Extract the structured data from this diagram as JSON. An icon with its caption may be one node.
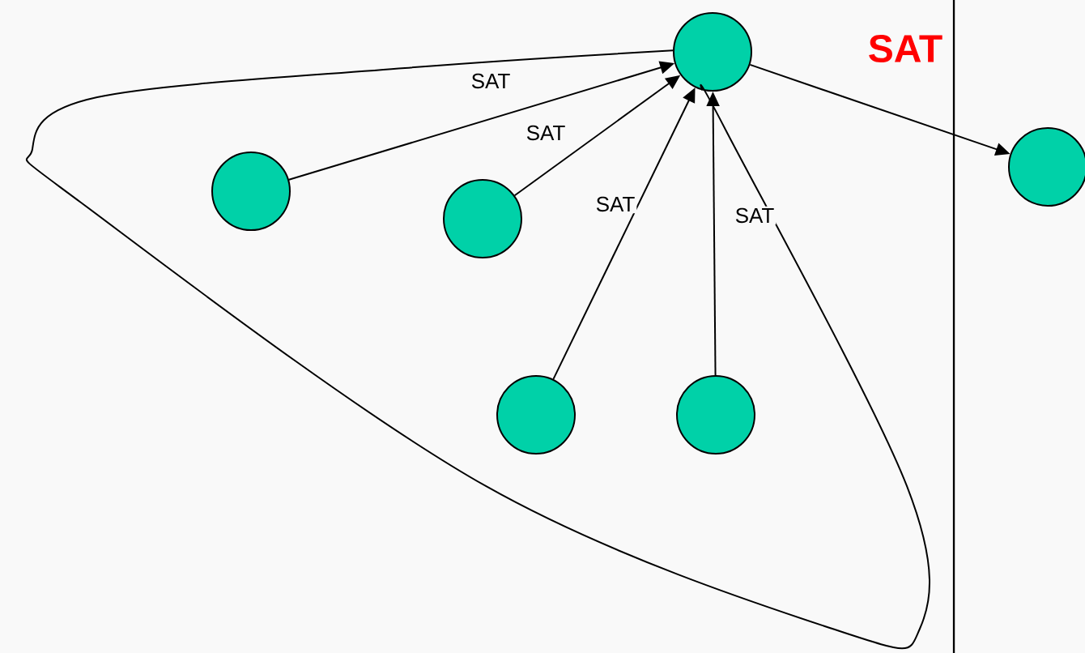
{
  "diagram": {
    "nodes": [
      {
        "text": [],
        "shape": "circle"
      },
      {
        "text": [],
        "shape": "circle"
      },
      {
        "text": [],
        "shape": "circle"
      },
      {
        "text": [],
        "shape": "circle"
      },
      {
        "text": [],
        "shape": "circle"
      },
      {
        "text": [],
        "shape": "circle"
      }
    ],
    "edges": [
      {
        "from": 1,
        "to": 0,
        "arrow": "to",
        "label": "SAT"
      },
      {
        "from": 2,
        "to": 0,
        "arrow": "to",
        "label": "SAT"
      },
      {
        "from": 3,
        "to": 0,
        "arrow": "to",
        "label": "SAT"
      },
      {
        "from": 4,
        "to": 0,
        "arrow": "to",
        "label": "SAT"
      },
      {
        "from": 0,
        "to": 5,
        "arrow": "to"
      },
      {
        "from": 0,
        "to": 0,
        "arrow": "none"
      }
    ],
    "labels": [
      "SAT"
    ]
  }
}
